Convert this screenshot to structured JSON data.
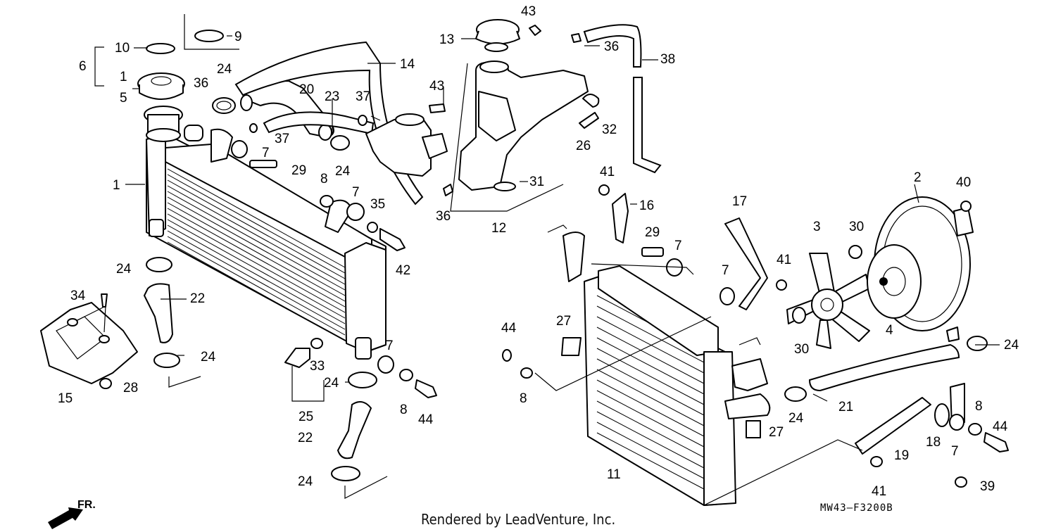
{
  "diagram": {
    "callouts": {
      "c1a": "1",
      "c1b": "1",
      "c2": "2",
      "c3": "3",
      "c4": "4",
      "c5": "5",
      "c6": "6",
      "c7a": "7",
      "c7b": "7",
      "c7c": "7",
      "c7d": "7",
      "c7e": "7",
      "c7f": "7",
      "c8a": "8",
      "c8b": "8",
      "c8c": "8",
      "c8d": "8",
      "c9": "9",
      "c10": "10",
      "c11": "11",
      "c12": "12",
      "c13": "13",
      "c14": "14",
      "c15": "15",
      "c16": "16",
      "c17": "17",
      "c18": "18",
      "c19": "19",
      "c20": "20",
      "c21": "21",
      "c22a": "22",
      "c22b": "22",
      "c23": "23",
      "c24a": "24",
      "c24b": "24",
      "c24c": "24",
      "c24d": "24",
      "c24e": "24",
      "c24f": "24",
      "c24g": "24",
      "c24h": "24",
      "c25": "25",
      "c26": "26",
      "c27a": "27",
      "c27b": "27",
      "c28": "28",
      "c29a": "29",
      "c29b": "29",
      "c30a": "30",
      "c30b": "30",
      "c31": "31",
      "c32": "32",
      "c33": "33",
      "c34": "34",
      "c35": "35",
      "c36a": "36",
      "c36b": "36",
      "c36c": "36",
      "c37a": "37",
      "c37b": "37",
      "c38": "38",
      "c39": "39",
      "c40": "40",
      "c41a": "41",
      "c41b": "41",
      "c41c": "41",
      "c42": "42",
      "c43a": "43",
      "c43b": "43",
      "c44a": "44",
      "c44b": "44",
      "c44c": "44"
    },
    "direction_label": "FR.",
    "drawing_code": "MW43–F3200B",
    "footer": "Rendered by LeadVenture, Inc."
  }
}
